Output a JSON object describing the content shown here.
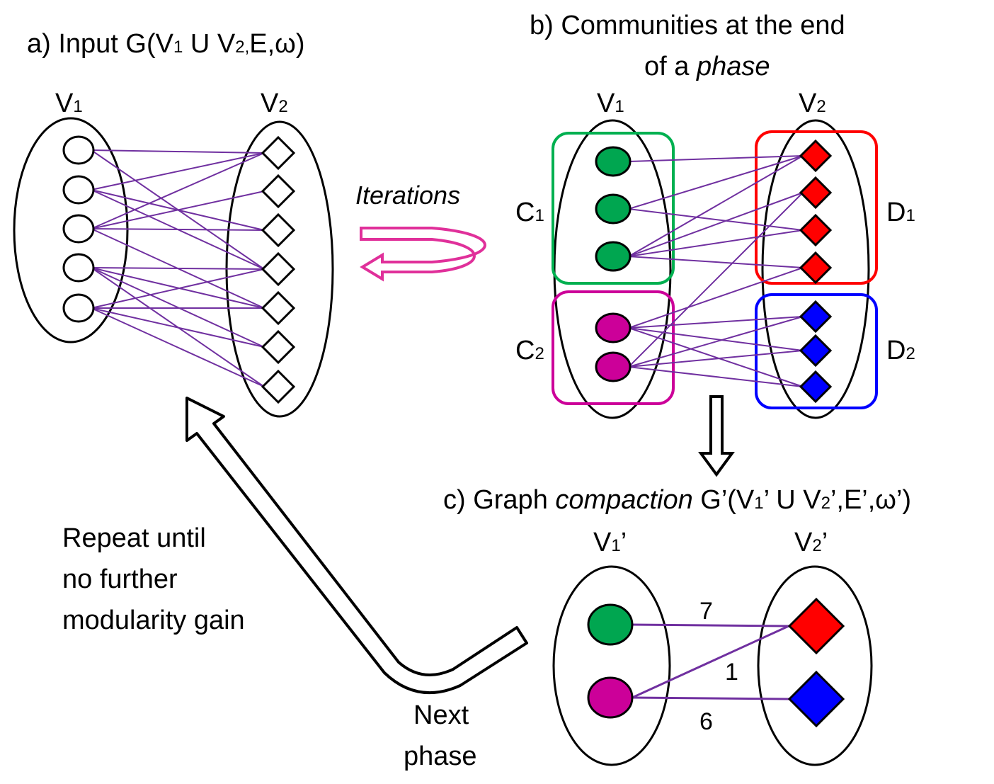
{
  "panel_a": {
    "title_prefix": "a) Input G(V",
    "title_sub1": "1",
    "title_union": " U V",
    "title_sub2": "2,",
    "title_suffix": "E,ω)",
    "v1_label": "V",
    "v1_sub": "1",
    "v2_label": "V",
    "v2_sub": "2"
  },
  "panel_b": {
    "title_line1": "b) Communities at the end",
    "title_line2_plain": "of a ",
    "title_line2_italic": "phase",
    "v1_label": "V",
    "v1_sub": "1",
    "v2_label": "V",
    "v2_sub": "2",
    "c1_label": "C",
    "c1_sub": "1",
    "c2_label": "C",
    "c2_sub": "2",
    "d1_label": "D",
    "d1_sub": "1",
    "d2_label": "D",
    "d2_sub": "2"
  },
  "iterations_label": "Iterations",
  "panel_c": {
    "title_plain1": "c) Graph ",
    "title_italic": "compaction",
    "title_plain2": " G’(V",
    "title_sub1": "1",
    "title_mid": "’ U V",
    "title_sub2": "2",
    "title_end": "’,E’,ω’)",
    "v1_label": "V",
    "v1_sub": "1",
    "v1_prime": "’",
    "v2_label": "V",
    "v2_sub": "2",
    "v2_prime": "’",
    "edge_weights": [
      "7",
      "1",
      "6"
    ]
  },
  "repeat_note": [
    "Repeat until",
    "no further",
    "modularity gain"
  ],
  "next_phase": [
    "Next",
    "phase"
  ],
  "colors": {
    "edge": "#7030a0",
    "green": "#00a650",
    "magenta": "#cc0099",
    "red": "#ff0000",
    "blue": "#0000ff",
    "iter_arrow": "#e0309a",
    "green_box": "#00b050",
    "magenta_box": "#cc0099",
    "red_box": "#ff0000",
    "blue_box": "#0000ff"
  }
}
